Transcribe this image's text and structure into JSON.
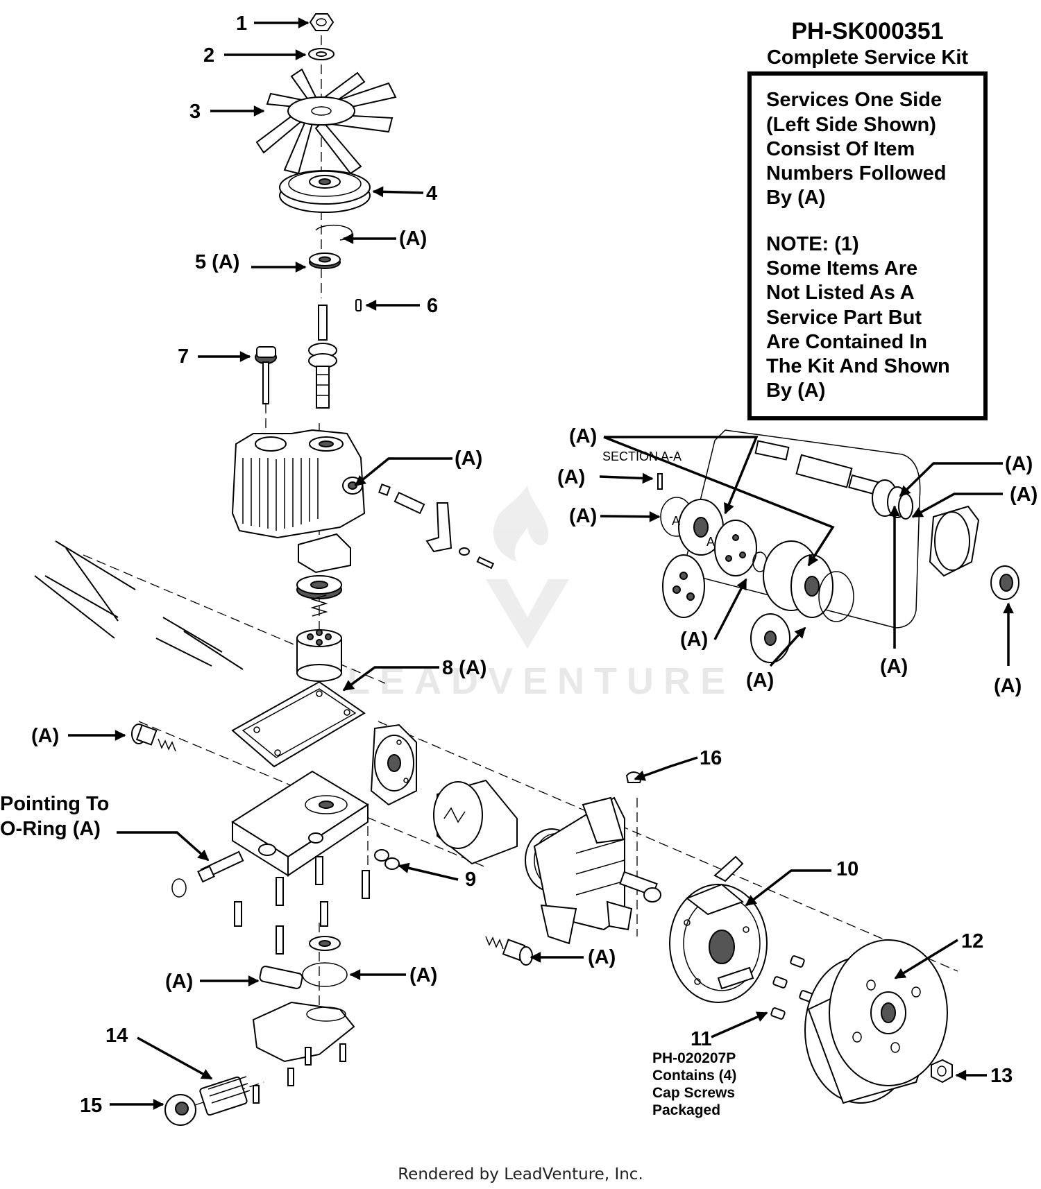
{
  "kit": {
    "part_number": "PH-SK000351",
    "subtitle": "Complete Service Kit",
    "box_lines": [
      "Services One Side",
      "(Left Side Shown)",
      "Consist Of Item",
      "Numbers Followed",
      "By (A)",
      "",
      "NOTE: (1)",
      "Some Items Are",
      "Not Listed As A",
      "Service Part But",
      "Are Contained In",
      "The Kit And Shown",
      "By (A)"
    ]
  },
  "labels": {
    "l1": "1",
    "l2": "2",
    "l3": "3",
    "l4": "4",
    "l4a": "(A)",
    "l5": "5 (A)",
    "l6": "6",
    "l7": "7",
    "lhousing": "(A)",
    "l8": "8 (A)",
    "lcheck": "(A)",
    "oring_1": "Pointing To",
    "oring_2": "O-Ring (A)",
    "l9": "9",
    "l10": "10",
    "l11": "11",
    "l12": "12",
    "l13": "13",
    "l14": "14",
    "l15": "15",
    "l16": "16",
    "lvalve": "(A)",
    "lgasket": "(A)",
    "lring": "(A)",
    "section": "SECTION A-A",
    "s1": "(A)",
    "s2": "(A)",
    "s3": "(A)",
    "s4": "(A)",
    "s5": "(A)",
    "s6": "(A)",
    "s7": "(A)",
    "s8": "(A)",
    "s9": "(A)",
    "cut_a1": "A",
    "cut_a2": "A"
  },
  "note11": [
    "PH-020207P",
    "Contains (4)",
    "Cap Screws",
    "Packaged"
  ],
  "watermark": "LEADVENTURE",
  "footer": "Rendered by LeadVenture, Inc."
}
